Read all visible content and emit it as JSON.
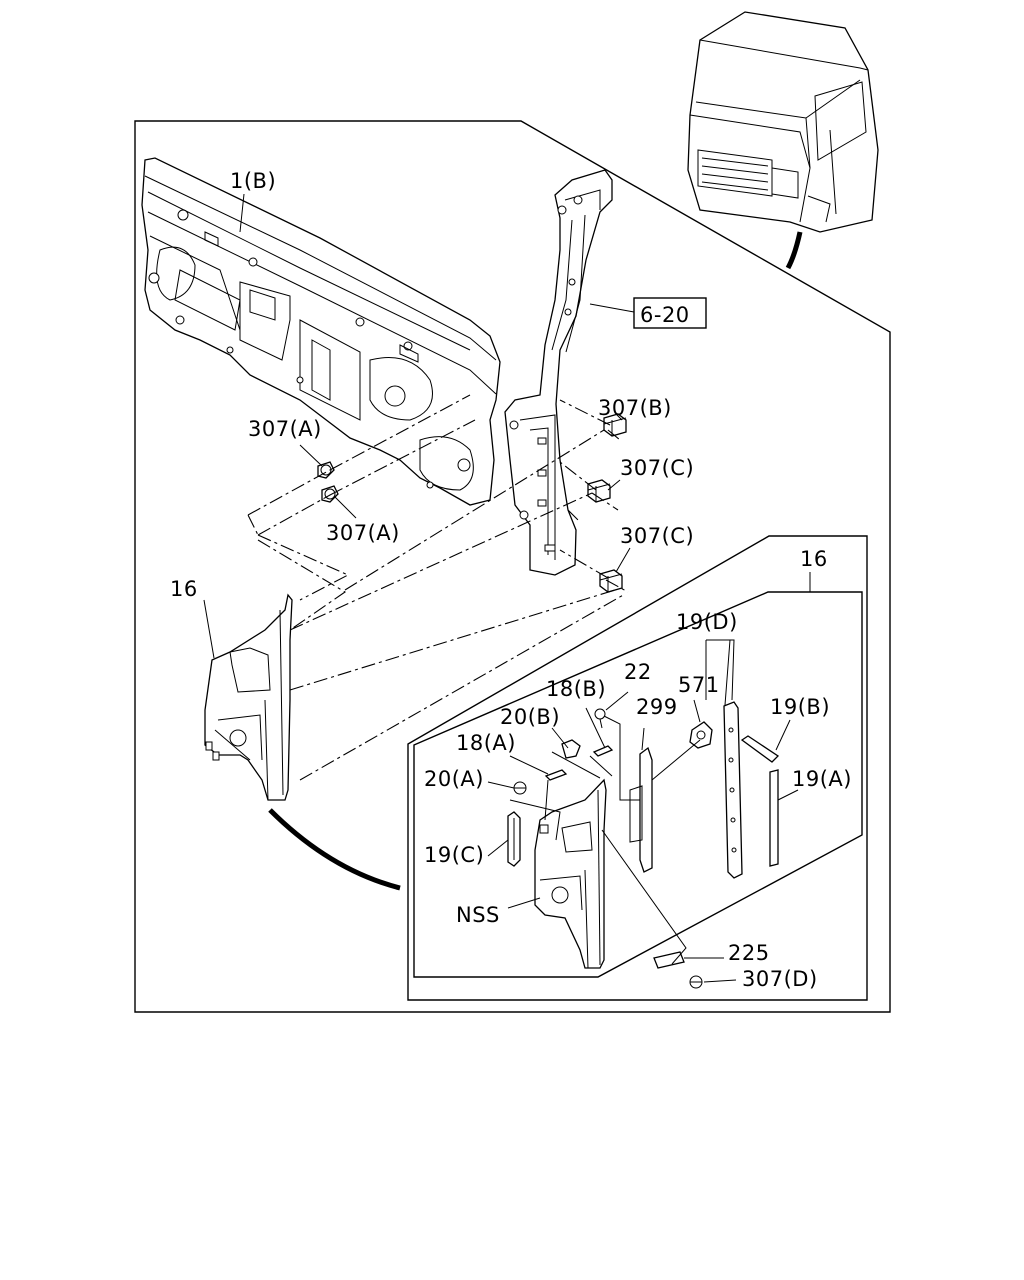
{
  "diagram": {
    "callouts": {
      "cowl_panel": "1(B)",
      "pillar_ref": "6-20",
      "clip_307b": "307(B)",
      "clip_307a_upper": "307(A)",
      "clip_307a_lower": "307(A)",
      "clip_307c_upper": "307(C)",
      "clip_307c_lower": "307(C)",
      "trim_16_left": "16",
      "trim_16_detail": "16",
      "weatherstrip_19d": "19(D)",
      "screw_22": "22",
      "plug_18b": "18(B)",
      "fastener_571": "571",
      "bracket_299": "299",
      "clip_20b": "20(B)",
      "plug_18a": "18(A)",
      "strip_19b": "19(B)",
      "clip_20a": "20(A)",
      "strip_19a": "19(A)",
      "strip_19c": "19(C)",
      "nss": "NSS",
      "cover_225": "225",
      "clip_307d": "307(D)"
    }
  }
}
